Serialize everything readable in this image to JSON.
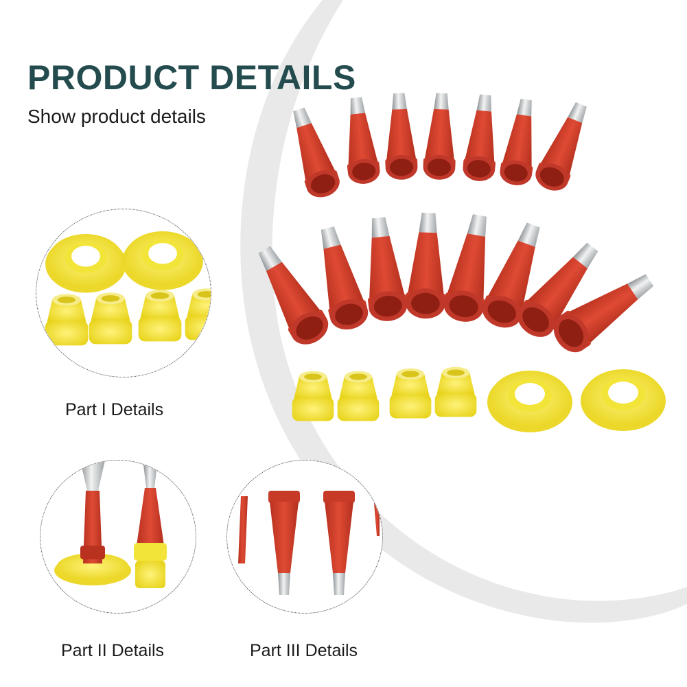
{
  "header": {
    "title": "PRODUCT DETAILS",
    "subtitle": "Show product details"
  },
  "details": [
    {
      "label": "Part I Details"
    },
    {
      "label": "Part II Details"
    },
    {
      "label": "Part III Details"
    }
  ],
  "colors": {
    "title": "#244c4f",
    "nozzle_red": "#d4412e",
    "adapter_yellow": "#f3e43a",
    "steel_tip": "#c9ccce",
    "ring": "#e9e9e9"
  },
  "icons": [
    "nozzle-icon",
    "adapter-icon",
    "flange-icon"
  ]
}
